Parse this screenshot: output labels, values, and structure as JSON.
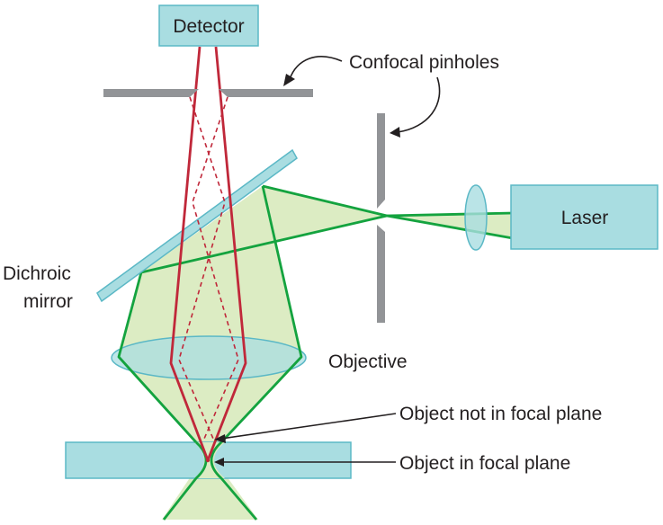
{
  "labels": {
    "detector": "Detector",
    "confocal_pinholes": "Confocal pinholes",
    "laser": "Laser",
    "dichroic_line1": "Dichroic",
    "dichroic_line2": "mirror",
    "objective": "Objective",
    "object_not_in_focal_plane": "Object not in focal plane",
    "object_in_focal_plane": "Object in focal plane"
  },
  "colors": {
    "component_fill": "#a9dde1",
    "component_stroke": "#5bb8c6",
    "light_fill": "#dcecc3",
    "green_ray": "#14a33f",
    "red_ray": "#c0283a",
    "pinhole": "#929497",
    "text": "#231f20"
  }
}
